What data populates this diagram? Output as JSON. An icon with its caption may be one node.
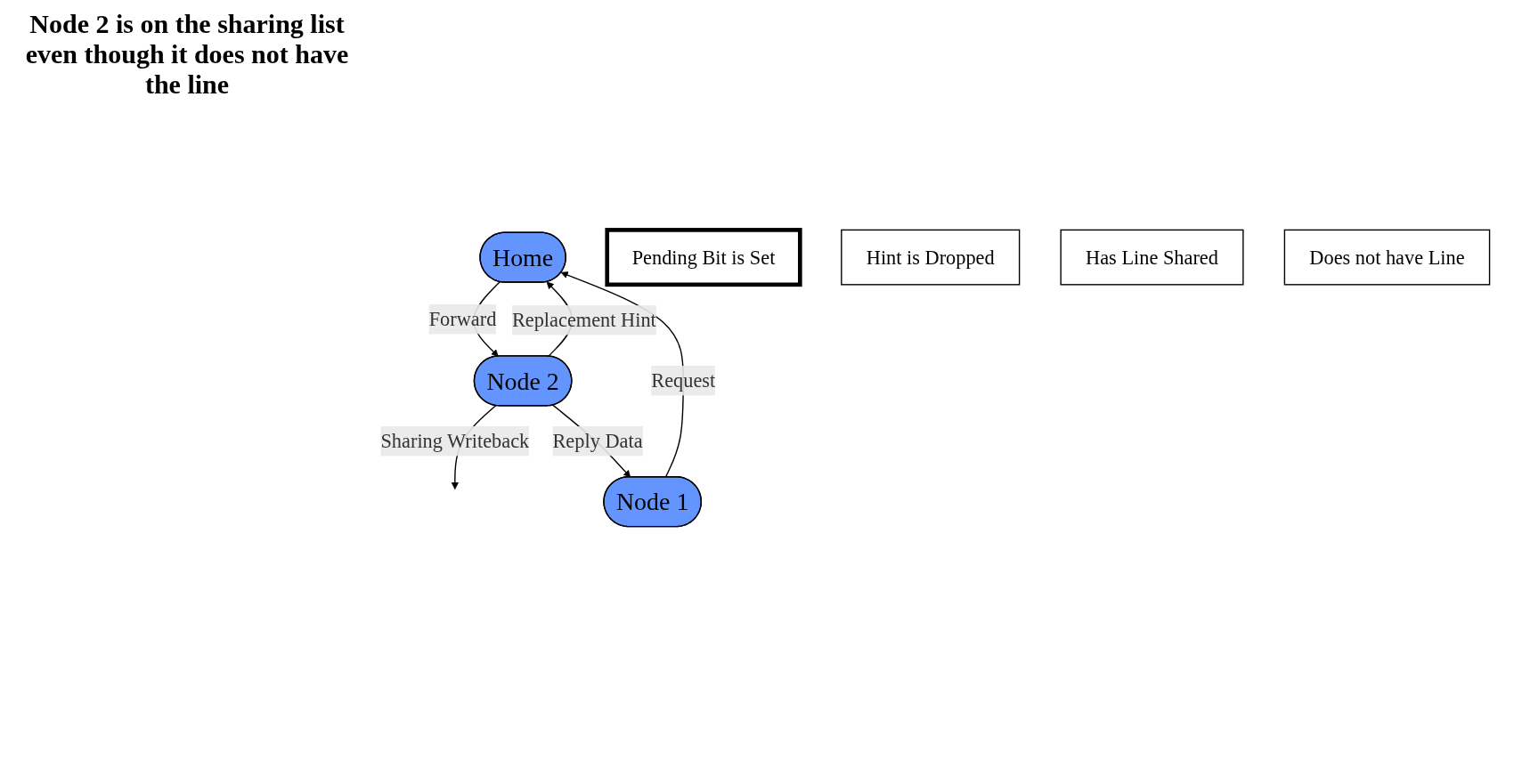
{
  "diagram": {
    "title": "Node 2 is on the sharing list even though it does not have the line",
    "nodes": [
      {
        "text": [
          "Home"
        ]
      },
      {
        "text": [
          "Node 1"
        ]
      },
      {
        "text": [
          "Node 2"
        ]
      },
      {
        "text": [
          "Pending Bit is Set"
        ]
      },
      {
        "text": [
          "Hint is Dropped"
        ]
      },
      {
        "text": [
          "Has Line Shared"
        ]
      },
      {
        "text": [
          "Does not have Line"
        ]
      }
    ],
    "edges": [
      {
        "from": 1,
        "to": 0,
        "label": "Request",
        "arrow": "to"
      },
      {
        "from": 0,
        "to": 2,
        "label": "Forward",
        "arrow": "to"
      },
      {
        "from": 2,
        "to": 0,
        "label": "Replacement Hint",
        "arrow": "to"
      },
      {
        "from": 2,
        "to": null,
        "label": "Sharing Writeback",
        "arrow": "to"
      },
      {
        "from": 2,
        "to": 1,
        "label": "Reply Data",
        "arrow": "to"
      }
    ]
  }
}
